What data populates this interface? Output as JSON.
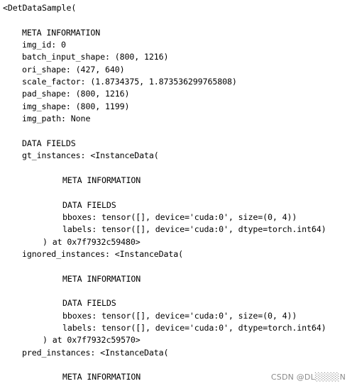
{
  "console": {
    "lines": [
      "<DetDataSample(",
      "",
      "META INFORMATION",
      "img_id: 0",
      "batch_input_shape: (800, 1216)",
      "ori_shape: (427, 640)",
      "scale_factor: (1.8734375, 1.873536299765808)",
      "pad_shape: (800, 1216)",
      "img_shape: (800, 1199)",
      "img_path: None",
      "",
      "DATA FIELDS",
      "gt_instances: <InstanceData(",
      "",
      "META INFORMATION",
      "",
      "DATA FIELDS",
      "bboxes: tensor([], device='cuda:0', size=(0, 4))",
      "labels: tensor([], device='cuda:0', dtype=torch.int64)",
      ") at 0x7f7932c59480>",
      "ignored_instances: <InstanceData(",
      "",
      "META INFORMATION",
      "",
      "DATA FIELDS",
      "bboxes: tensor([], device='cuda:0', size=(0, 4))",
      "labels: tensor([], device='cuda:0', dtype=torch.int64)",
      ") at 0x7f7932c59570>",
      "pred_instances: <InstanceData(",
      "",
      "META INFORMATION"
    ]
  },
  "watermark": {
    "text": "CSDN @DL░░░░N"
  }
}
